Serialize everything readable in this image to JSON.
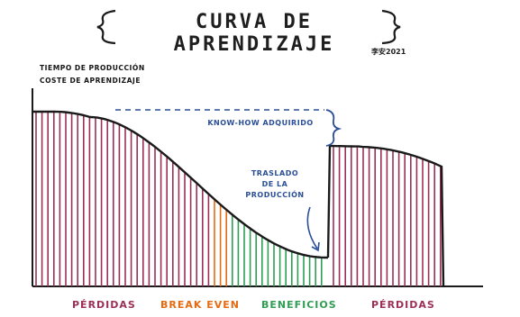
{
  "title": "CURVA DE APRENDIZAJE",
  "signature": "李安2021",
  "axis": {
    "label_line1": "TIEMPO DE PRODUCCIÓN",
    "label_line2": "COSTE DE APRENDIZAJE"
  },
  "annotations": {
    "knowhow": "KNOW-HOW ADQUIRIDO",
    "traslado_line1": "TRASLADO",
    "traslado_line2": "DE LA",
    "traslado_line3": "PRODUCCIÓN"
  },
  "categories": {
    "perdidas_left": "PÉRDIDAS",
    "break_even": "BREAK EVEN",
    "beneficios": "BENEFICIOS",
    "perdidas_right": "PÉRDIDAS"
  },
  "colors": {
    "loss": "#9c2f56",
    "break_even": "#e56b12",
    "profit": "#2f9e52",
    "annotation": "#2a4f97",
    "ink": "#1a1a1a"
  },
  "icons": {
    "title_bracket_left": "brace-left-icon",
    "title_bracket_right": "brace-right-icon",
    "knowhow_brace": "brace-right-icon",
    "traslado_arrow": "curved-arrow-down-icon"
  }
}
